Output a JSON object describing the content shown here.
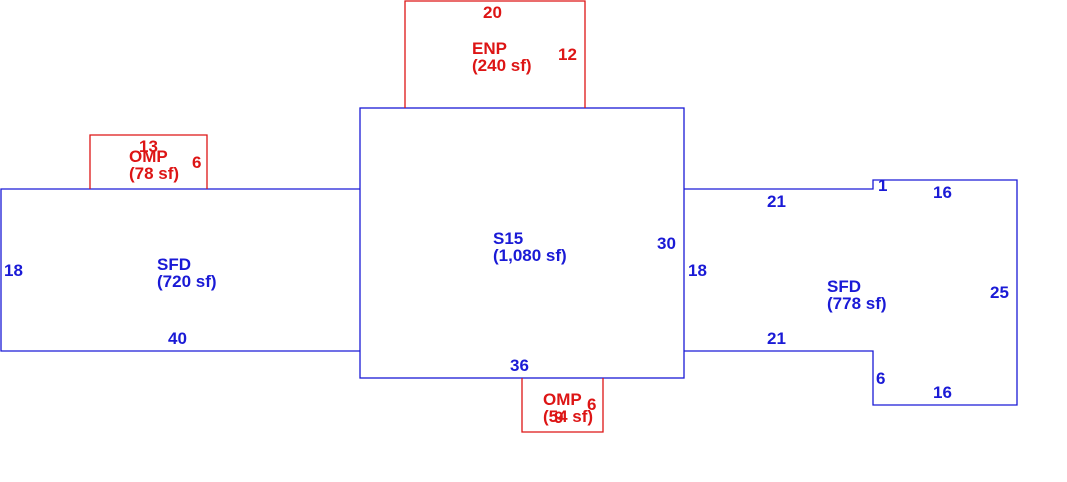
{
  "colors": {
    "living": "#1a1ad6",
    "porch": "#dd1515",
    "background": "#ffffff"
  },
  "areas": {
    "sfd_left": {
      "code": "SFD",
      "area": "(720 sf)"
    },
    "s15": {
      "code": "S15",
      "area": "(1,080 sf)"
    },
    "sfd_right": {
      "code": "SFD",
      "area": "(778 sf)"
    },
    "enp": {
      "code": "ENP",
      "area": "(240 sf)"
    },
    "omp_left": {
      "code": "OMP",
      "area": "(78 sf)"
    },
    "omp_bottom": {
      "code": "OMP",
      "area": "(54 sf)"
    }
  },
  "dimensions": {
    "sfd_left_height": "18",
    "sfd_left_width": "40",
    "s15_height": "30",
    "s15_width": "36",
    "right_connect_height": "18",
    "right_top_segment": "21",
    "right_notch": "1",
    "right_top_back": "16",
    "right_side": "25",
    "right_bottom_segment": "21",
    "right_step": "6",
    "right_bottom_back": "16",
    "enp_width": "20",
    "enp_depth": "12",
    "omp_left_width": "13",
    "omp_left_depth": "6",
    "omp_bottom_width": "9",
    "omp_bottom_depth": "6"
  }
}
